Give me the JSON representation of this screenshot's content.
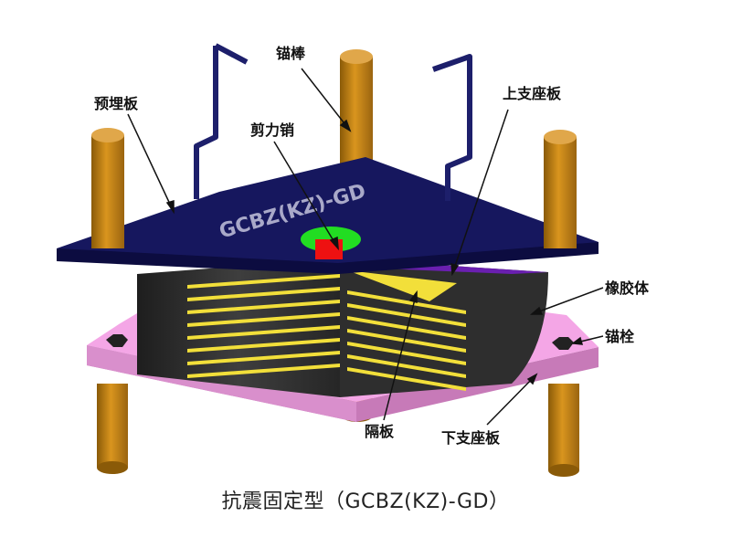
{
  "diagram": {
    "caption": "抗震固定型（GCBZ(KZ)-GD）",
    "plate_marking": "GCBZ(KZ)-GD",
    "labels": {
      "anchor_rod": "锚棒",
      "embedded_plate": "预埋板",
      "shear_pin": "剪力销",
      "upper_support_plate": "上支座板",
      "rubber_body": "橡胶体",
      "anchor_bolt": "锚栓",
      "partition_plate": "隔板",
      "lower_support_plate": "下支座板"
    },
    "colors": {
      "top_plate": "#16175e",
      "bottom_plate": "#f4a6e6",
      "anchor_rod": "#c98716",
      "rubber": "#333333",
      "steel_shim": "#f2df3a",
      "shear_pin_cap": "#22dd22",
      "shear_pin_core": "#ee1111",
      "anchor_bar": "#1d1f6b",
      "cutaway_edge": "#6a1fb0"
    }
  }
}
